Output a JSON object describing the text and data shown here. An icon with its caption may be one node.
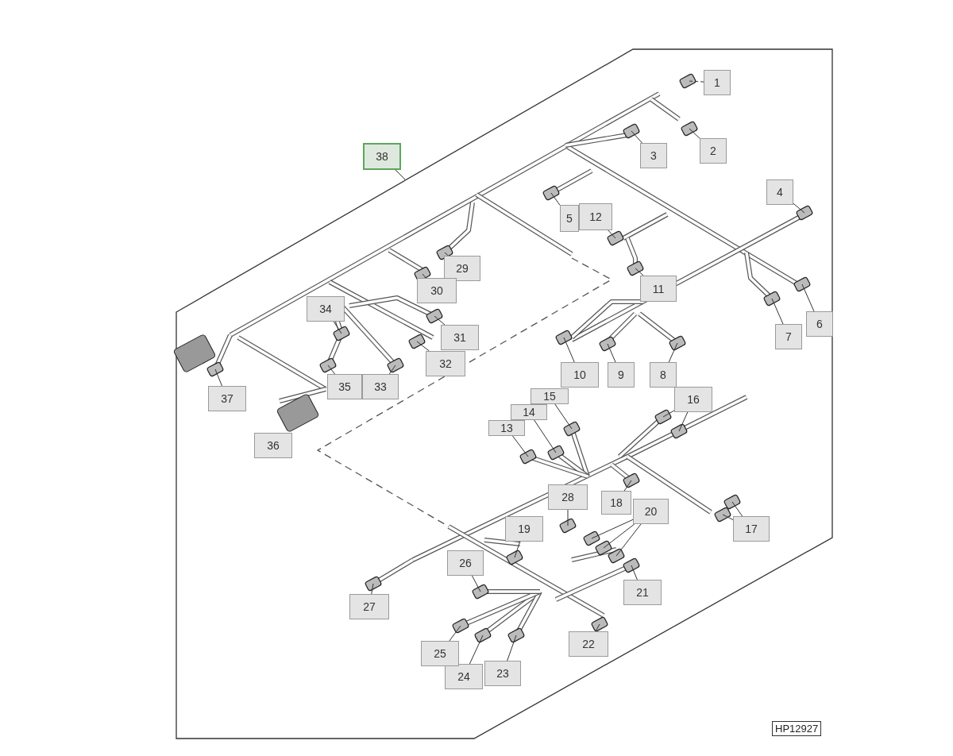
{
  "diagram": {
    "nodes": [
      {
        "text": [
          "1"
        ]
      },
      {
        "text": [
          "2"
        ]
      },
      {
        "text": [
          "3"
        ]
      },
      {
        "text": [
          "4"
        ]
      },
      {
        "text": [
          "5"
        ]
      },
      {
        "text": [
          "6"
        ]
      },
      {
        "text": [
          "7"
        ]
      },
      {
        "text": [
          "8"
        ]
      },
      {
        "text": [
          "9"
        ]
      },
      {
        "text": [
          "10"
        ]
      },
      {
        "text": [
          "11"
        ]
      },
      {
        "text": [
          "12"
        ]
      },
      {
        "text": [
          "13"
        ]
      },
      {
        "text": [
          "14"
        ]
      },
      {
        "text": [
          "15"
        ]
      },
      {
        "text": [
          "16"
        ]
      },
      {
        "text": [
          "17"
        ]
      },
      {
        "text": [
          "18"
        ]
      },
      {
        "text": [
          "19"
        ]
      },
      {
        "text": [
          "20"
        ]
      },
      {
        "text": [
          "21"
        ]
      },
      {
        "text": [
          "22"
        ]
      },
      {
        "text": [
          "23"
        ]
      },
      {
        "text": [
          "24"
        ]
      },
      {
        "text": [
          "25"
        ]
      },
      {
        "text": [
          "26"
        ]
      },
      {
        "text": [
          "27"
        ]
      },
      {
        "text": [
          "28"
        ]
      },
      {
        "text": [
          "29"
        ]
      },
      {
        "text": [
          "30"
        ]
      },
      {
        "text": [
          "31"
        ]
      },
      {
        "text": [
          "32"
        ]
      },
      {
        "text": [
          "33"
        ]
      },
      {
        "text": [
          "34"
        ]
      },
      {
        "text": [
          "35"
        ]
      },
      {
        "text": [
          "36"
        ]
      },
      {
        "text": [
          "37"
        ]
      },
      {
        "text": [
          "38"
        ]
      }
    ],
    "edges": [
      {
        "from": 0,
        "to": null,
        "arrow": "none",
        "style": "dashed"
      },
      {
        "from": 1,
        "to": null,
        "arrow": "none"
      },
      {
        "from": 2,
        "to": null,
        "arrow": "none"
      },
      {
        "from": 3,
        "to": null,
        "arrow": "none"
      },
      {
        "from": 4,
        "to": null,
        "arrow": "none"
      },
      {
        "from": 5,
        "to": null,
        "arrow": "none"
      },
      {
        "from": 6,
        "to": null,
        "arrow": "none"
      },
      {
        "from": 7,
        "to": null,
        "arrow": "none"
      },
      {
        "from": 8,
        "to": null,
        "arrow": "none"
      },
      {
        "from": 9,
        "to": null,
        "arrow": "none"
      },
      {
        "from": 10,
        "to": null,
        "arrow": "none"
      },
      {
        "from": 11,
        "to": null,
        "arrow": "none"
      },
      {
        "from": 12,
        "to": null,
        "arrow": "none"
      },
      {
        "from": 13,
        "to": null,
        "arrow": "none"
      },
      {
        "from": 14,
        "to": null,
        "arrow": "none"
      },
      {
        "from": 15,
        "to": null,
        "arrow": "none"
      },
      {
        "from": 15,
        "to": null,
        "arrow": "none"
      },
      {
        "from": 16,
        "to": null,
        "arrow": "none"
      },
      {
        "from": 16,
        "to": null,
        "arrow": "none"
      },
      {
        "from": 17,
        "to": null,
        "arrow": "none"
      },
      {
        "from": 18,
        "to": null,
        "arrow": "none"
      },
      {
        "from": 19,
        "to": null,
        "arrow": "none"
      },
      {
        "from": 19,
        "to": null,
        "arrow": "none"
      },
      {
        "from": 19,
        "to": null,
        "arrow": "none"
      },
      {
        "from": 20,
        "to": null,
        "arrow": "none"
      },
      {
        "from": 21,
        "to": null,
        "arrow": "none"
      },
      {
        "from": 22,
        "to": null,
        "arrow": "none"
      },
      {
        "from": 23,
        "to": null,
        "arrow": "none"
      },
      {
        "from": 24,
        "to": null,
        "arrow": "none"
      },
      {
        "from": 25,
        "to": null,
        "arrow": "none"
      },
      {
        "from": 26,
        "to": null,
        "arrow": "none"
      },
      {
        "from": 27,
        "to": null,
        "arrow": "none"
      },
      {
        "from": 28,
        "to": null,
        "arrow": "none"
      },
      {
        "from": 29,
        "to": null,
        "arrow": "none"
      },
      {
        "from": 30,
        "to": null,
        "arrow": "none"
      },
      {
        "from": 31,
        "to": null,
        "arrow": "none"
      },
      {
        "from": 32,
        "to": null,
        "arrow": "none"
      },
      {
        "from": 33,
        "to": null,
        "arrow": "none"
      },
      {
        "from": 34,
        "to": null,
        "arrow": "none"
      },
      {
        "from": 36,
        "to": null,
        "arrow": "none"
      },
      {
        "from": 37,
        "to": null,
        "arrow": "none"
      }
    ],
    "labels": [
      "HP12927"
    ]
  }
}
